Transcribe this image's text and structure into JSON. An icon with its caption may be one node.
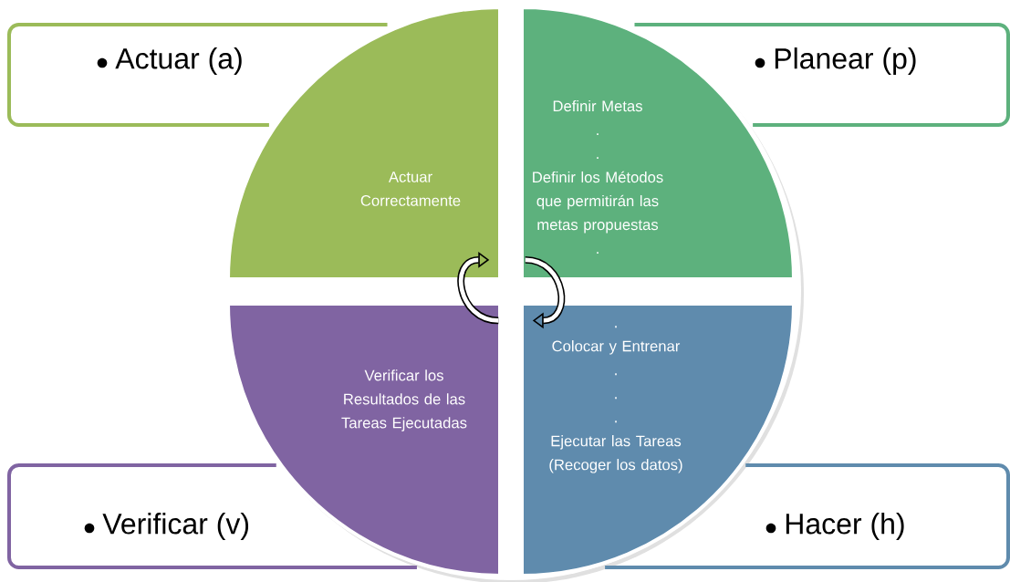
{
  "diagram": {
    "nodes": [
      {
        "text": [
          "Actuar (a)"
        ]
      },
      {
        "text": [
          "Planear (p)"
        ]
      },
      {
        "text": [
          "Actuar Correctamente"
        ]
      },
      {
        "text": [
          "Definir Metas",
          ".",
          ".",
          "Definir los Métodos que permitirán las metas propuestas",
          "."
        ]
      },
      {
        "text": [
          "Verificar los Resultados de las Tareas Ejecutadas"
        ]
      },
      {
        "text": [
          ".",
          "Colocar y Entrenar",
          ".",
          ".",
          ".",
          "Ejecutar las Tareas (Recoger los datos)"
        ]
      },
      {
        "text": [
          "Verificar (v)"
        ]
      },
      {
        "text": [
          "Hacer (h)"
        ]
      }
    ],
    "edges": [
      {
        "from": 4,
        "to": 2,
        "arrow": "to"
      },
      {
        "from": 3,
        "to": 5,
        "arrow": "to"
      }
    ]
  }
}
